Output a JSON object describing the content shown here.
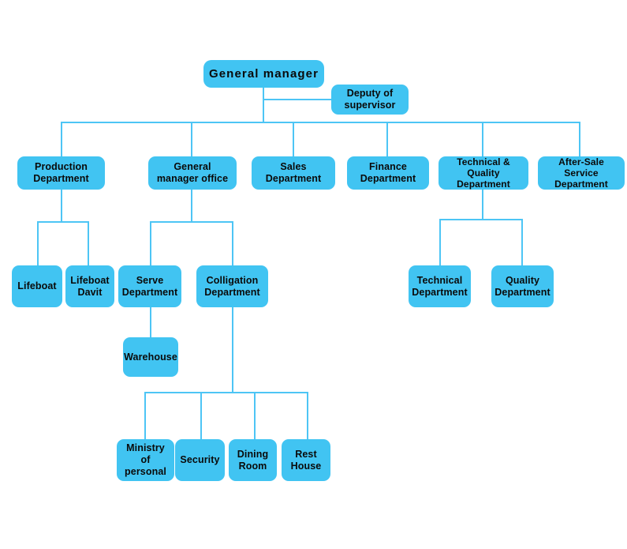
{
  "chart_data": {
    "type": "diagram",
    "diagram_type": "organization-chart",
    "title": "Company Organization Chart",
    "node_fill_color": "#41C4F2",
    "connector_color": "#4DC5F5",
    "background_color": "#FFFFFF",
    "text_color": "#0A0A0A",
    "levels": 5,
    "nodes": [
      {
        "id": "general-manager",
        "label": "General manager",
        "level": 0,
        "parent": null
      },
      {
        "id": "deputy-of-supervisor",
        "label": "Deputy of\nsupervisor",
        "level": 1,
        "parent": "general-manager"
      },
      {
        "id": "production-department",
        "label": "Production\nDepartment",
        "level": 1,
        "parent": "general-manager"
      },
      {
        "id": "general-manager-office",
        "label": "General\nmanager office",
        "level": 1,
        "parent": "general-manager"
      },
      {
        "id": "sales-department",
        "label": "Sales\nDepartment",
        "level": 1,
        "parent": "general-manager"
      },
      {
        "id": "finance-department",
        "label": "Finance\nDepartment",
        "level": 1,
        "parent": "general-manager"
      },
      {
        "id": "technical-quality-department",
        "label": "Technical & Quality\nDepartment",
        "level": 1,
        "parent": "general-manager"
      },
      {
        "id": "after-sale-service-department",
        "label": "After-Sale\nService Department",
        "level": 1,
        "parent": "general-manager"
      },
      {
        "id": "lifeboat",
        "label": "Lifeboat",
        "level": 2,
        "parent": "production-department"
      },
      {
        "id": "lifeboat-davit",
        "label": "Lifeboat\nDavit",
        "level": 2,
        "parent": "production-department"
      },
      {
        "id": "serve-department",
        "label": "Serve\nDepartment",
        "level": 2,
        "parent": "general-manager-office"
      },
      {
        "id": "colligation-department",
        "label": "Colligation\nDepartment",
        "level": 2,
        "parent": "general-manager-office"
      },
      {
        "id": "technical-department",
        "label": "Technical\nDepartment",
        "level": 2,
        "parent": "technical-quality-department"
      },
      {
        "id": "quality-department",
        "label": "Quality\nDepartment",
        "level": 2,
        "parent": "technical-quality-department"
      },
      {
        "id": "warehouse",
        "label": "Warehouse",
        "level": 3,
        "parent": "serve-department"
      },
      {
        "id": "ministry-of-personal",
        "label": "Ministry\nof  personal",
        "level": 3,
        "parent": "colligation-department"
      },
      {
        "id": "security",
        "label": "Security",
        "level": 3,
        "parent": "colligation-department"
      },
      {
        "id": "dining-room",
        "label": "Dining\nRoom",
        "level": 3,
        "parent": "colligation-department"
      },
      {
        "id": "rest-house",
        "label": "Rest\nHouse",
        "level": 3,
        "parent": "colligation-department"
      }
    ]
  },
  "nodes": {
    "general_manager": "General manager",
    "deputy_of_supervisor": "Deputy of\nsupervisor",
    "production_department": "Production\nDepartment",
    "general_manager_office": "General\nmanager office",
    "sales_department": "Sales\nDepartment",
    "finance_department": "Finance\nDepartment",
    "technical_quality_department": "Technical & Quality\nDepartment",
    "after_sale_service_department": "After-Sale\nService Department",
    "lifeboat": "Lifeboat",
    "lifeboat_davit": "Lifeboat\nDavit",
    "serve_department": "Serve\nDepartment",
    "colligation_department": "Colligation\nDepartment",
    "technical_department": "Technical\nDepartment",
    "quality_department": "Quality\nDepartment",
    "warehouse": "Warehouse",
    "ministry_of_personal": "Ministry\nof  personal",
    "security": "Security",
    "dining_room": "Dining\nRoom",
    "rest_house": "Rest\nHouse"
  }
}
